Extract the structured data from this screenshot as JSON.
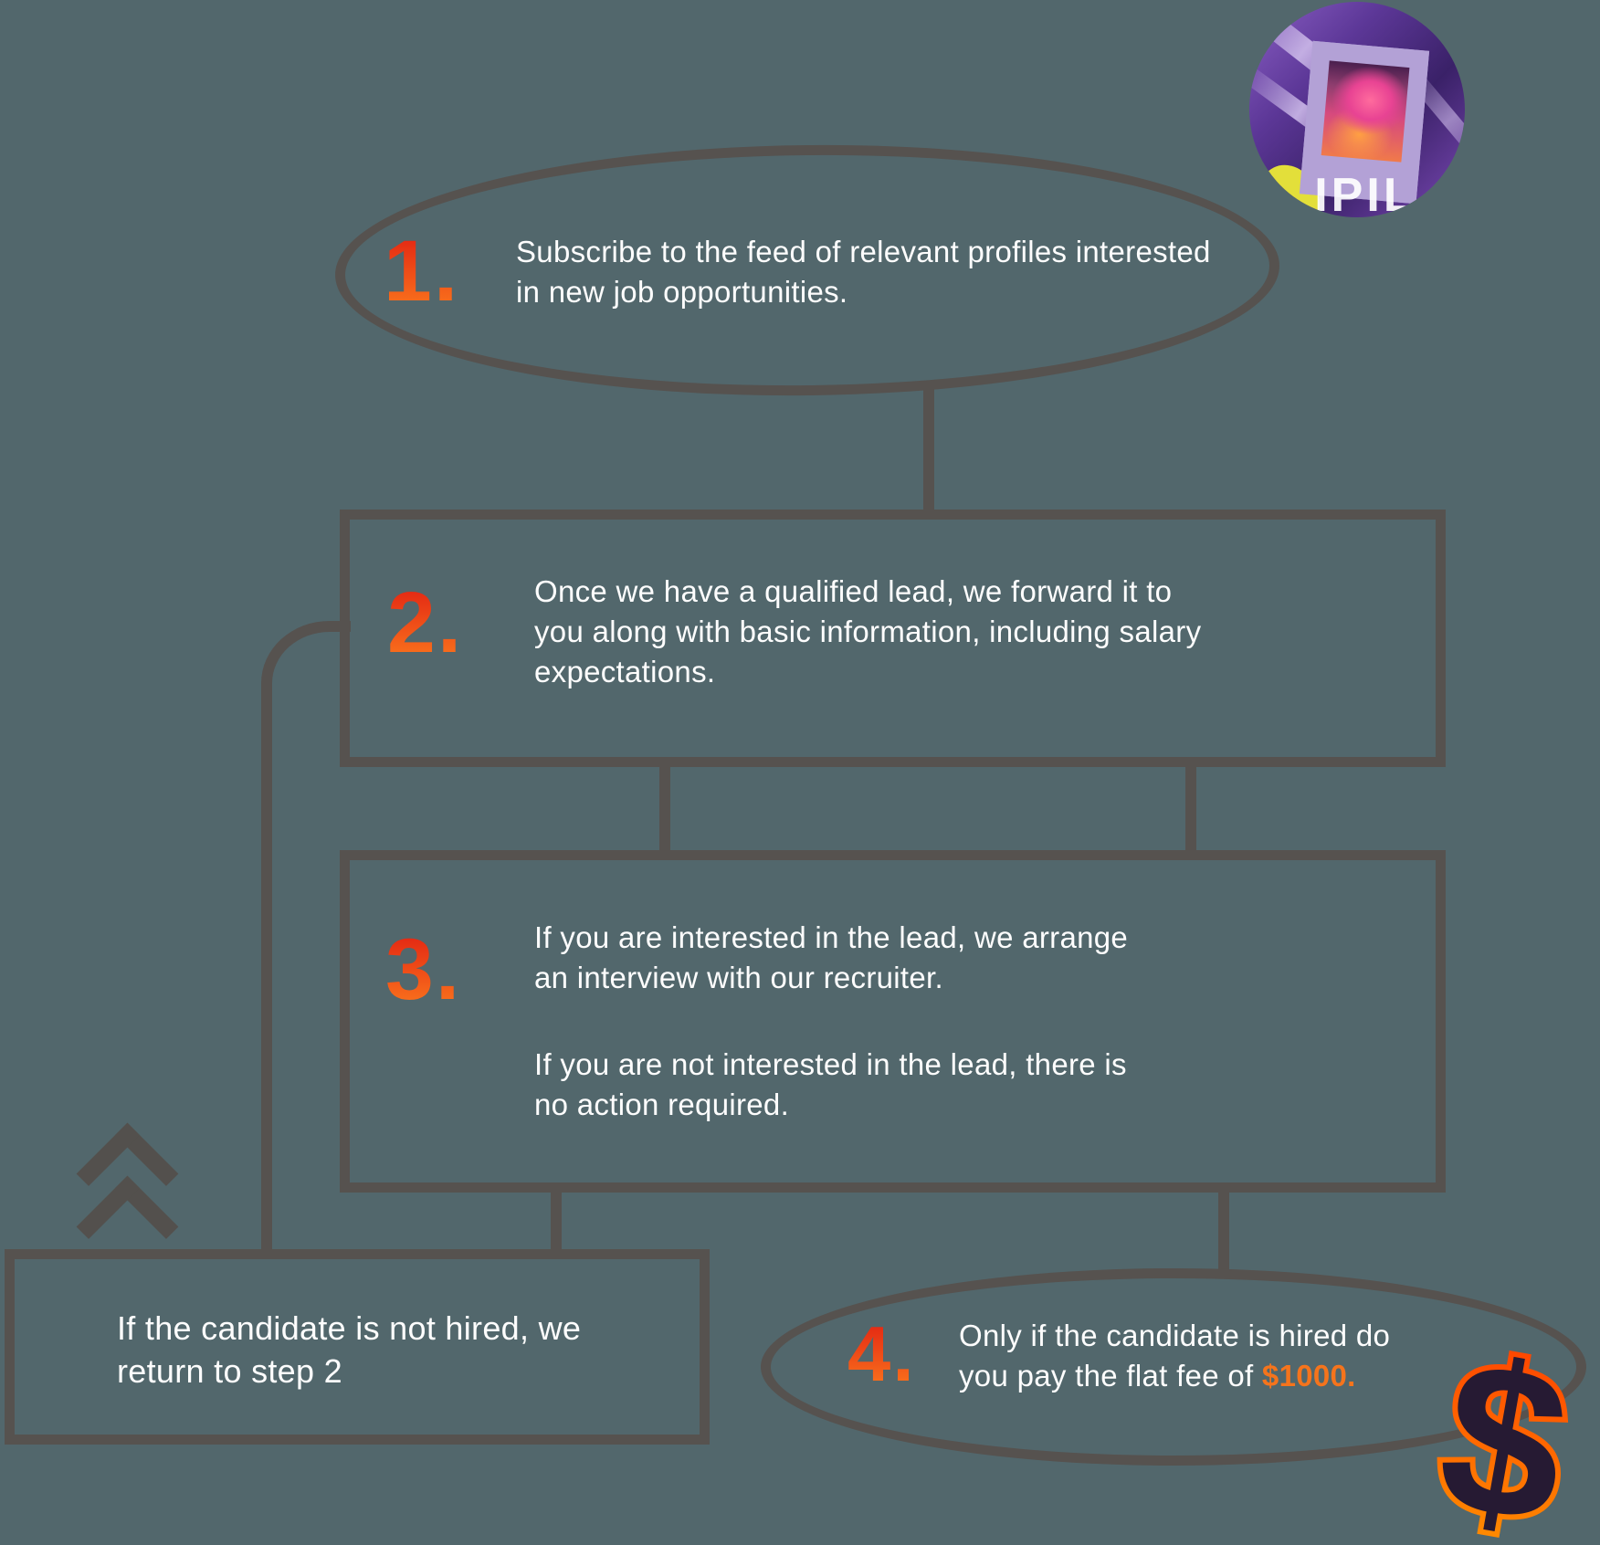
{
  "colors": {
    "background": "#52676c",
    "stroke": "#56524f",
    "text": "#fdfdfd",
    "number_gradient_top": "#e11f12",
    "number_gradient_bottom": "#fc7a1d",
    "fee_orange": "#f5741c",
    "dollar_fill": "#261a33",
    "dollar_stroke": "#ff5500"
  },
  "steps": [
    {
      "number": "1.",
      "lines": [
        "Subscribe to the feed of relevant profiles interested",
        "in new job opportunities."
      ]
    },
    {
      "number": "2.",
      "lines": [
        "Once we have a qualified lead, we forward it to",
        "you along with basic information, including salary",
        "expectations."
      ]
    },
    {
      "number": "3.",
      "para1": [
        "If you are interested in the lead, we arrange",
        "an interview with our recruiter."
      ],
      "para2": [
        "If you are not interested in the lead, there is",
        "no action required."
      ]
    },
    {
      "number": "4.",
      "line1": "Only if the candidate is hired do",
      "line2_prefix": "you pay the flat fee of ",
      "fee": "$1000."
    }
  ],
  "loopback_note": {
    "lines": [
      "If the candidate is not hired, we",
      "return to step 2"
    ]
  },
  "icons": {
    "dollar": "$",
    "chevron": "double-chevron-up",
    "avatar": "woman-portrait-photo",
    "avatar_letters": "IPIL"
  }
}
